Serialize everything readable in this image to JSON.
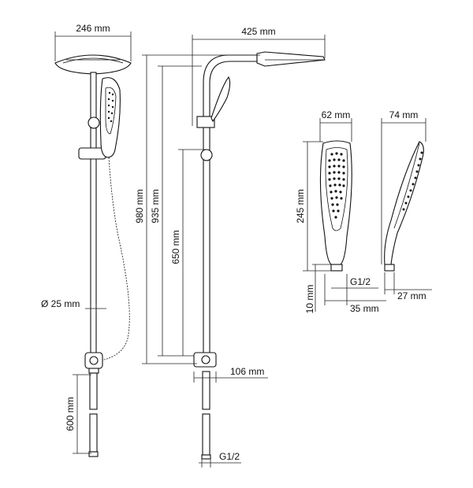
{
  "diagram": {
    "labels": {
      "head_width": "246 mm",
      "overall_reach": "425 mm",
      "hand_width": "62 mm",
      "hand_depth": "74 mm",
      "height_980": "980 mm",
      "height_935": "935 mm",
      "height_650": "650 mm",
      "rail_diameter": "Ø 25 mm",
      "hose_length": "600 mm",
      "mixer_offset": "106 mm",
      "bottom_thread": "G1/2",
      "hand_length": "245 mm",
      "hand_thread": "G1/2",
      "conn_height": "10 mm",
      "conn_width": "35 mm",
      "conn_depth": "27 mm"
    }
  }
}
